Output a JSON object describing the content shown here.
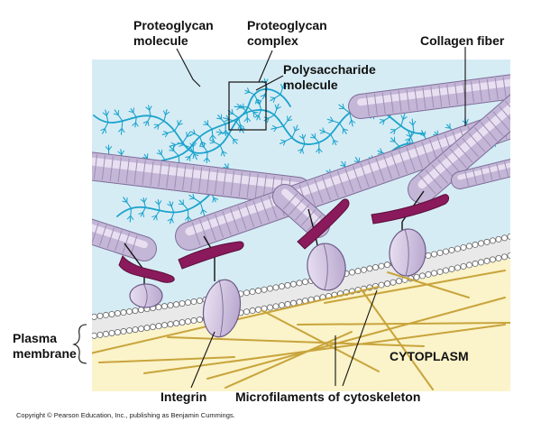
{
  "labels": {
    "proteoglycan_molecule": [
      "Proteoglycan",
      "molecule"
    ],
    "proteoglycan_complex": [
      "Proteoglycan",
      "complex"
    ],
    "polysaccharide_molecule": [
      "Polysaccharide",
      "molecule"
    ],
    "collagen_fiber": "Collagen fiber",
    "plasma_membrane": [
      "Plasma",
      "membrane"
    ],
    "cytoplasm": "CYTOPLASM",
    "integrin": "Integrin",
    "microfilaments": "Microfilaments of cytoskeleton"
  },
  "copyright": "Copyright © Pearson Education, Inc., publishing as Benjamin Cummings.",
  "colors": {
    "extracellular_bg": "#d6ecf5",
    "cytoplasm_bg": "#fbf3c9",
    "proteoglycan": "#1aa3cc",
    "collagen": "#c4b6d6",
    "collagen_stripe": "#9f8fb6",
    "fibronectin": "#8a1a5c",
    "integrin": "#d4c7e3",
    "microfilament": "#c8a43c",
    "membrane_head": "#ffffff"
  }
}
